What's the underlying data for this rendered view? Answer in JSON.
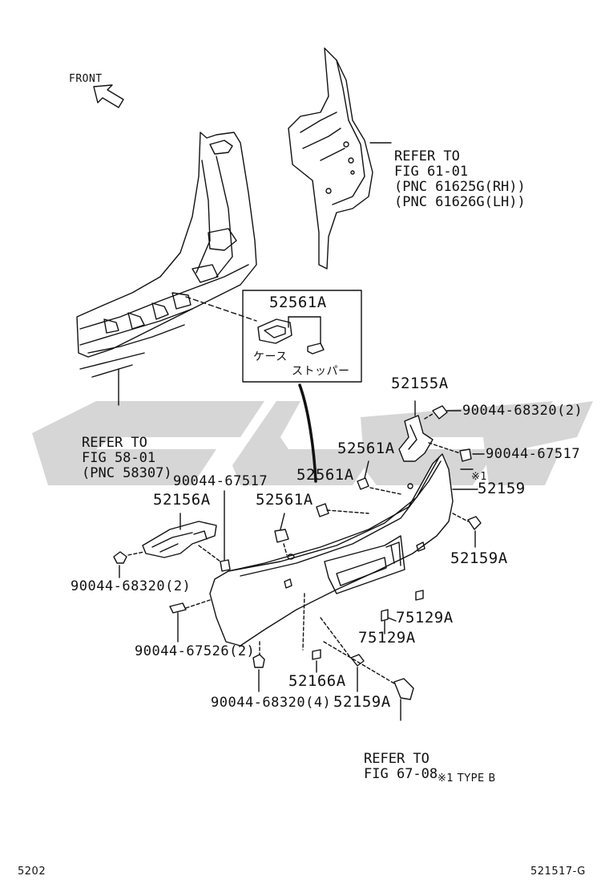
{
  "front_label": "FRONT",
  "refer_61": [
    "REFER TO",
    "FIG 61-01",
    "(PNC 61625G(RH))",
    "(PNC 61626G(LH))"
  ],
  "refer_58": [
    "REFER TO",
    "FIG 58-01",
    "(PNC 58307)"
  ],
  "refer_67": [
    "REFER TO",
    "FIG 67-08"
  ],
  "inset": {
    "part": "52561A",
    "case_label": "ケース",
    "stopper_label": "ストッパー"
  },
  "parts": {
    "p52155A": "52155A",
    "p90044_68320_2_right": "90044-68320(2)",
    "p52561A_a": "52561A",
    "p90044_67517_right": "90044-67517",
    "mark_1": "※1",
    "p52159": "52159",
    "p52561A_b": "52561A",
    "p90044_67517_left": "90044-67517",
    "p52156A": "52156A",
    "p52561A_c": "52561A",
    "p52159A_right": "52159A",
    "p90044_68320_2_left": "90044-68320(2)",
    "p75129A_a": "75129A",
    "p75129A_b": "75129A",
    "p90044_67526_2": "90044-67526(2)",
    "p52166A": "52166A",
    "p90044_68320_4": "90044-68320(4)",
    "p52159A_bottom": "52159A"
  },
  "note_type_b": "※1 TYPE B",
  "page_number": "5202",
  "figure_code": "521517-G",
  "colors": {
    "line": "#111111",
    "watermark": "#cfcfcf"
  }
}
